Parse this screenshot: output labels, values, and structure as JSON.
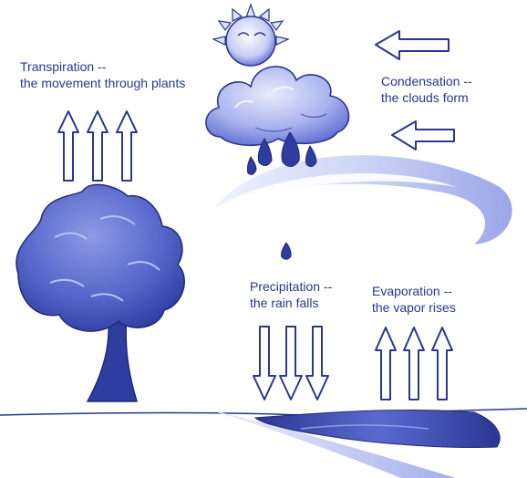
{
  "diagram": {
    "transpiration": {
      "line1": "Transpiration --",
      "line2": "the movement through plants"
    },
    "condensation": {
      "line1": "Condensation --",
      "line2": "the clouds form"
    },
    "precipitation": {
      "line1": "Precipitation  --",
      "line2": "the rain falls"
    },
    "evaporation": {
      "line1": "Evaporation --",
      "line2": "the vapor rises"
    }
  },
  "colors": {
    "text": "#2a3690",
    "dark_blue": "#2a3690",
    "mid_blue": "#5a6ad0",
    "light_blue": "#c8d0f4",
    "arrow_outline": "#2a3690"
  },
  "icons": [
    "sun-icon",
    "cloud-icon",
    "tree-icon",
    "water-icon",
    "arrow-up-icon",
    "arrow-down-icon",
    "arrow-left-icon"
  ]
}
